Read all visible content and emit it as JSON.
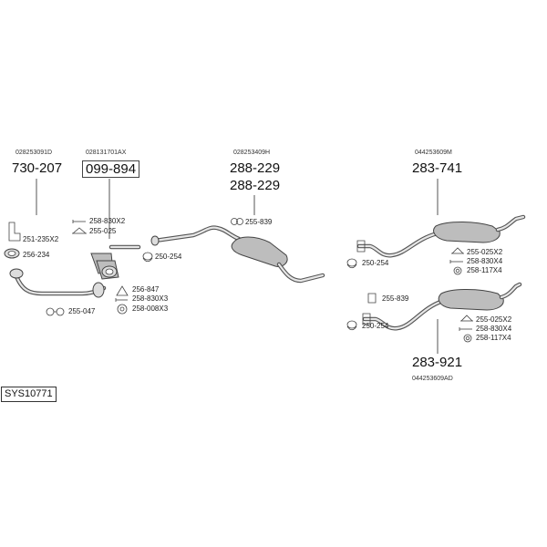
{
  "diagram": {
    "system_code": "SYS10771",
    "groups": [
      {
        "id": "front",
        "oem": "028253091D",
        "part": "730-207"
      },
      {
        "id": "cat",
        "oem": "028131701AX",
        "part": "099-894"
      },
      {
        "id": "middle",
        "oem": "028253409H",
        "part_a": "288-229",
        "part_b": "288-229"
      },
      {
        "id": "rear-top",
        "oem": "044253609M",
        "part": "283-741"
      },
      {
        "id": "rear-bottom",
        "oem": "044253609AD",
        "part": "283-921"
      }
    ],
    "small_parts": {
      "p251_235x2": "251-235X2",
      "p256_234": "256-234",
      "p255_047": "255-047",
      "p258_830x2": "258-830X2",
      "p255_025": "255-025",
      "p250_254_a": "250-254",
      "p256_847": "256-847",
      "p258_830x3": "258-830X3",
      "p258_008x3": "258-008X3",
      "p255_839_a": "255-839",
      "p250_254_b": "250-254",
      "p255_025x2_a": "255-025X2",
      "p258_830x4_a": "258-830X4",
      "p258_117x4_a": "258-117X4",
      "p255_839_b": "255-839",
      "p250_254_c": "250-254",
      "p255_025x2_b": "255-025X2",
      "p258_830x4_b": "258-830X4",
      "p258_117x4_b": "258-117X4"
    }
  }
}
